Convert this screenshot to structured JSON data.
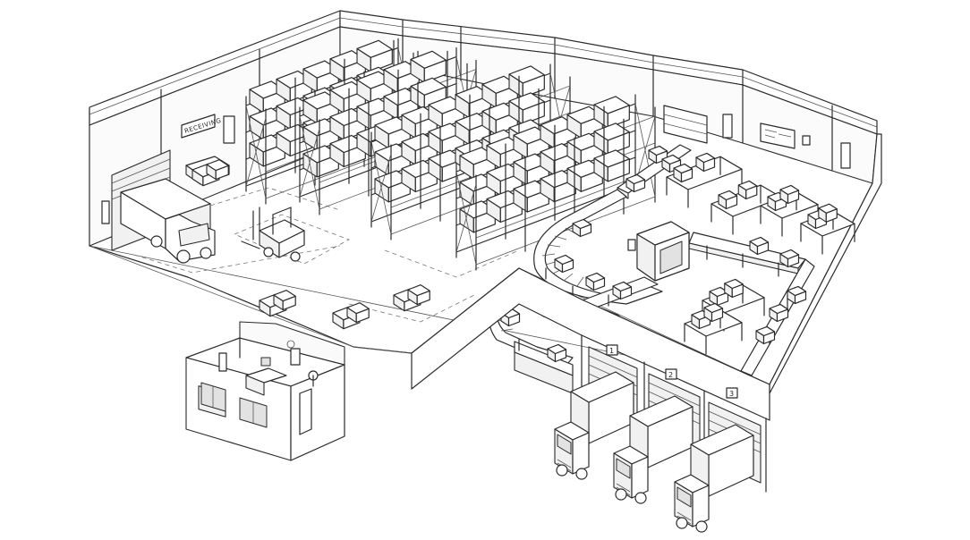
{
  "scene": {
    "title": "",
    "receiving_sign": "RECEIVING",
    "docks": [
      "1",
      "2",
      "3"
    ]
  },
  "colors": {
    "line": "#2b2b2b",
    "fill": "#ffffff",
    "shade": "#f1f1f1"
  }
}
